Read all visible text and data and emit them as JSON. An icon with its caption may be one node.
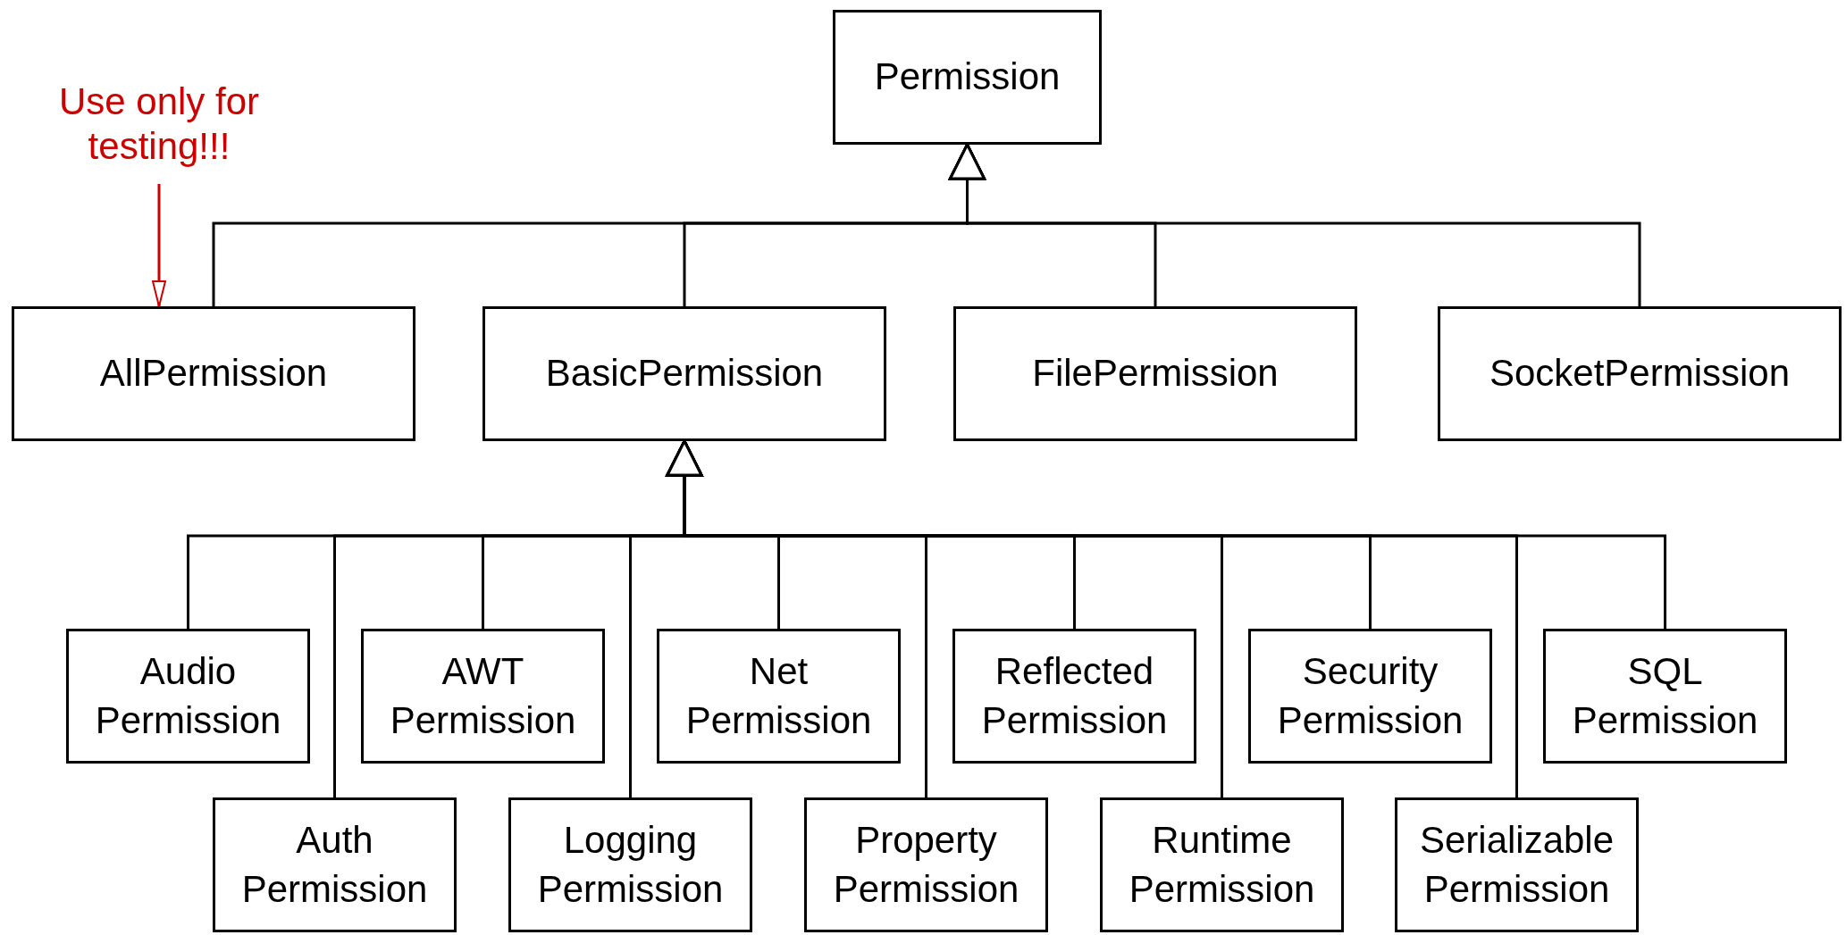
{
  "diagram": {
    "nodes": [
      {
        "text": [
          "Use only for testing!!!"
        ]
      },
      {
        "text": [
          "Permission"
        ]
      },
      {
        "text": [
          "AllPermission"
        ]
      },
      {
        "text": [
          "BasicPermission"
        ]
      },
      {
        "text": [
          "FilePermission"
        ]
      },
      {
        "text": [
          "SocketPermission"
        ]
      },
      {
        "text": [
          "Audio Permission"
        ]
      },
      {
        "text": [
          "Auth Permission"
        ]
      },
      {
        "text": [
          "AWT Permission"
        ]
      },
      {
        "text": [
          "Logging Permission"
        ]
      },
      {
        "text": [
          "Net Permission"
        ]
      },
      {
        "text": [
          "Property Permission"
        ]
      },
      {
        "text": [
          "Reflected Permission"
        ]
      },
      {
        "text": [
          "Runtime Permission"
        ]
      },
      {
        "text": [
          "Security Permission"
        ]
      },
      {
        "text": [
          "Serializable Permission"
        ]
      },
      {
        "text": [
          "SQL Permission"
        ]
      }
    ],
    "edges": [
      {
        "from": 0,
        "to": 2,
        "arrow": "to",
        "color": "#cc0000"
      },
      {
        "from": 2,
        "to": 1,
        "arrow": "to"
      },
      {
        "from": 3,
        "to": 1,
        "arrow": "to"
      },
      {
        "from": 4,
        "to": 1,
        "arrow": "to"
      },
      {
        "from": 5,
        "to": 1,
        "arrow": "to"
      },
      {
        "from": 6,
        "to": 3,
        "arrow": "to"
      },
      {
        "from": 7,
        "to": 3,
        "arrow": "to"
      },
      {
        "from": 8,
        "to": 3,
        "arrow": "to"
      },
      {
        "from": 9,
        "to": 3,
        "arrow": "to"
      },
      {
        "from": 10,
        "to": 3,
        "arrow": "to"
      },
      {
        "from": 11,
        "to": 3,
        "arrow": "to"
      },
      {
        "from": 12,
        "to": 3,
        "arrow": "to"
      },
      {
        "from": 13,
        "to": 3,
        "arrow": "to"
      },
      {
        "from": 14,
        "to": 3,
        "arrow": "to"
      },
      {
        "from": 15,
        "to": 3,
        "arrow": "to"
      },
      {
        "from": 16,
        "to": 3,
        "arrow": "to"
      }
    ]
  }
}
